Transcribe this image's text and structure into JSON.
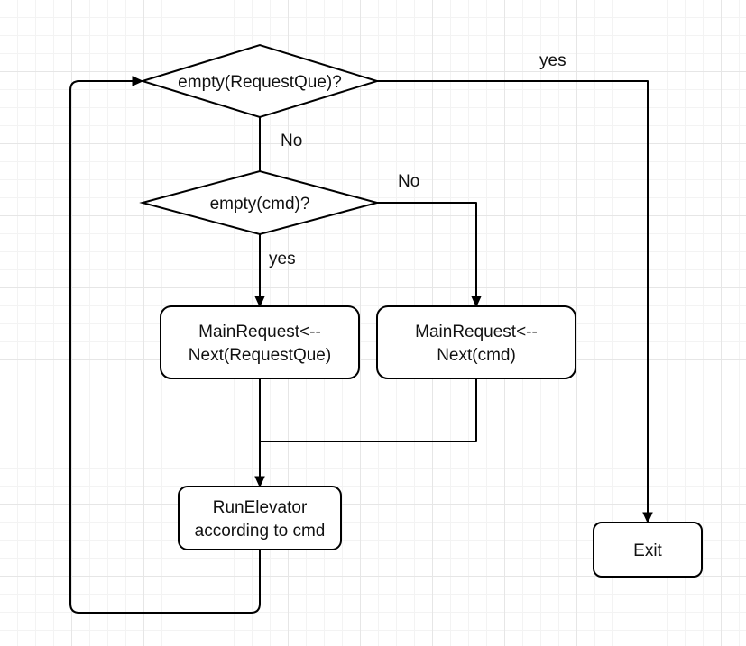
{
  "diagram": {
    "nodes": {
      "decision_queue": {
        "text": "empty(RequestQue)?"
      },
      "decision_cmd": {
        "text": "empty(cmd)?"
      },
      "process_next_queue": {
        "line1": "MainRequest<--",
        "line2": "Next(RequestQue)"
      },
      "process_next_cmd": {
        "line1": "MainRequest<--",
        "line2": "Next(cmd)"
      },
      "process_run": {
        "line1": "RunElevator",
        "line2": "according to cmd"
      },
      "terminal_exit": {
        "text": "Exit"
      }
    },
    "edges": {
      "queue_yes": "yes",
      "queue_no": "No",
      "cmd_no": "No",
      "cmd_yes": "yes"
    }
  }
}
